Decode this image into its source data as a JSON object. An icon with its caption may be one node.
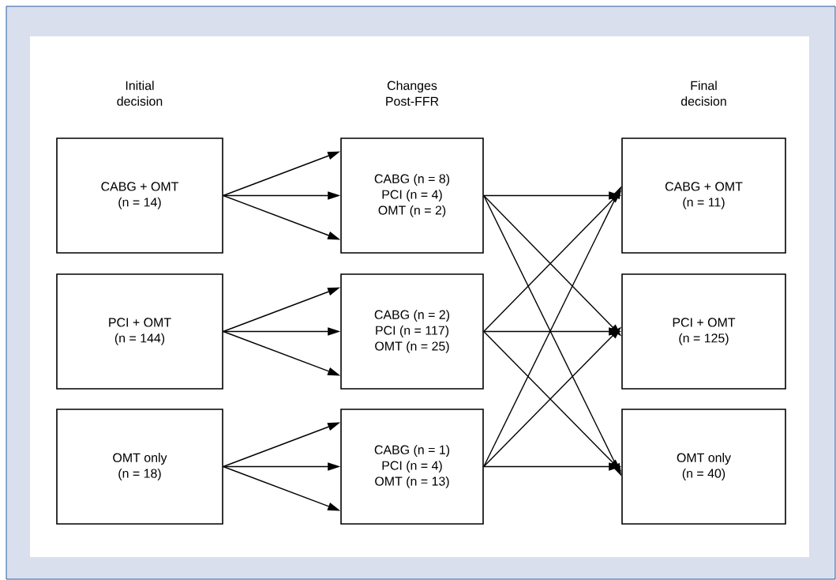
{
  "diagram": {
    "nodes": [
      {
        "text": [
          "CABG + OMT",
          "(n = 14)"
        ]
      },
      {
        "text": [
          "PCI + OMT",
          "(n = 144)"
        ]
      },
      {
        "text": [
          "OMT only",
          "(n = 18)"
        ]
      },
      {
        "text": [
          "CABG (n = 8)",
          "PCI (n = 4)",
          "OMT (n = 2)"
        ]
      },
      {
        "text": [
          "CABG (n = 2)",
          "PCI (n = 117)",
          "OMT (n = 25)"
        ]
      },
      {
        "text": [
          "CABG (n = 1)",
          "PCI (n = 4)",
          "OMT (n = 13)"
        ]
      },
      {
        "text": [
          "CABG + OMT",
          "(n = 11)"
        ]
      },
      {
        "text": [
          "PCI + OMT",
          "(n = 125)"
        ]
      },
      {
        "text": [
          "OMT only",
          "(n = 40)"
        ]
      }
    ],
    "edges": [
      {
        "from": 0,
        "to": 3,
        "arrow": "to"
      },
      {
        "from": 0,
        "to": 3,
        "arrow": "to"
      },
      {
        "from": 0,
        "to": 3,
        "arrow": "to"
      },
      {
        "from": 1,
        "to": 4,
        "arrow": "to"
      },
      {
        "from": 1,
        "to": 4,
        "arrow": "to"
      },
      {
        "from": 1,
        "to": 4,
        "arrow": "to"
      },
      {
        "from": 2,
        "to": 5,
        "arrow": "to"
      },
      {
        "from": 2,
        "to": 5,
        "arrow": "to"
      },
      {
        "from": 2,
        "to": 5,
        "arrow": "to"
      },
      {
        "from": 3,
        "to": 6,
        "arrow": "to"
      },
      {
        "from": 3,
        "to": 7,
        "arrow": "to"
      },
      {
        "from": 3,
        "to": 8,
        "arrow": "to"
      },
      {
        "from": 4,
        "to": 6,
        "arrow": "to"
      },
      {
        "from": 4,
        "to": 7,
        "arrow": "to"
      },
      {
        "from": 4,
        "to": 8,
        "arrow": "to"
      },
      {
        "from": 5,
        "to": 6,
        "arrow": "to"
      },
      {
        "from": 5,
        "to": 7,
        "arrow": "to"
      },
      {
        "from": 5,
        "to": 8,
        "arrow": "to"
      }
    ],
    "labels": [
      "Initial decision",
      "Changes Post-FFR",
      "Final decision"
    ]
  }
}
